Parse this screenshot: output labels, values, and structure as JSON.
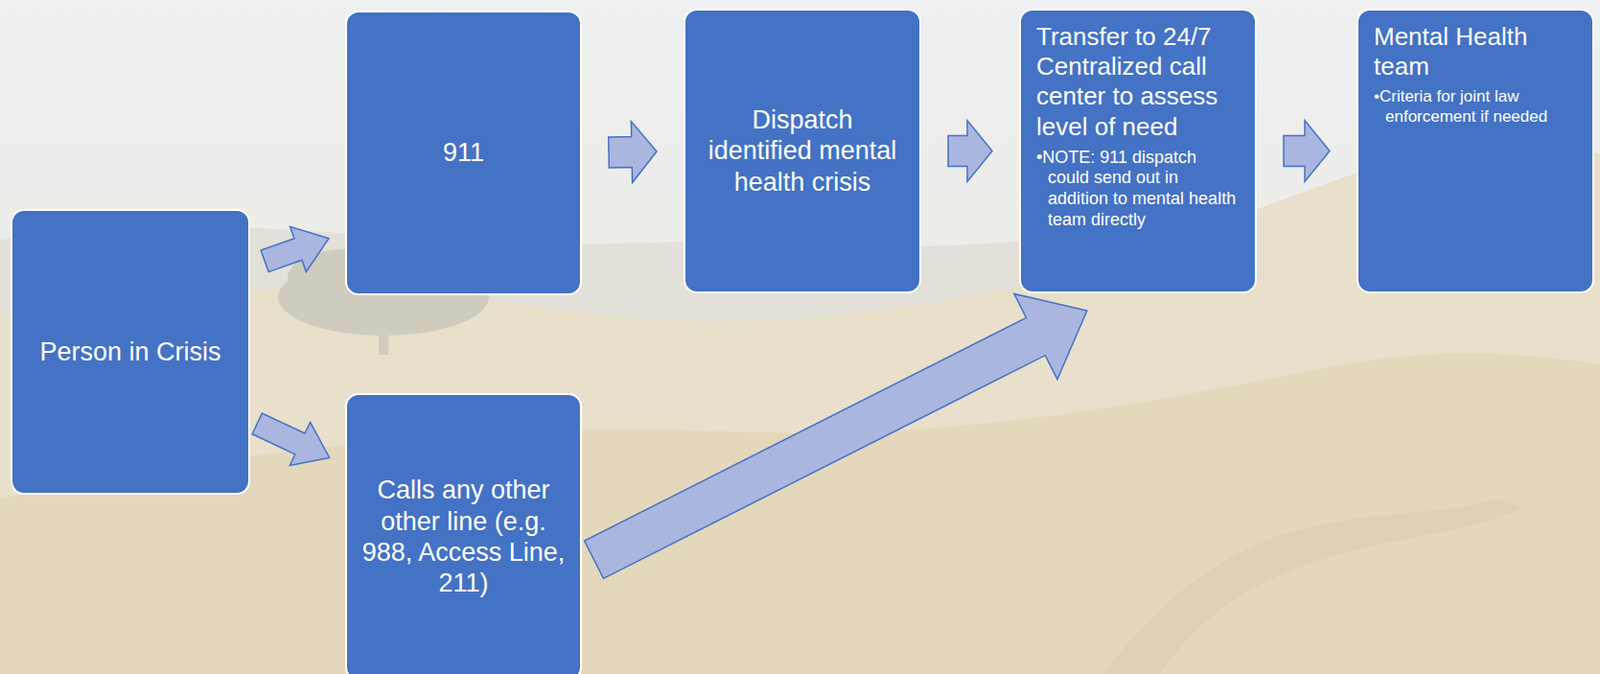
{
  "diagram": {
    "nodes": [
      {
        "text": [
          "Person in Crisis"
        ]
      },
      {
        "text": [
          "911"
        ]
      },
      {
        "text": [
          "Dispatch identified mental health crisis"
        ]
      },
      {
        "text": [
          "Transfer to 24/7 Centralized call center to assess level of need",
          "•NOTE: 911 dispatch could send out in addition to mental health team directly"
        ]
      },
      {
        "text": [
          "Mental Health team",
          "•Criteria for joint law enforcement if needed"
        ]
      },
      {
        "text": [
          "Calls any other other line (e.g. 988, Access Line, 211)"
        ]
      }
    ],
    "edges": [
      {
        "from": 0,
        "to": 1,
        "arrow": "to"
      },
      {
        "from": 0,
        "to": 5,
        "arrow": "to"
      },
      {
        "from": 1,
        "to": 2,
        "arrow": "to"
      },
      {
        "from": 2,
        "to": 3,
        "arrow": "to"
      },
      {
        "from": 5,
        "to": 3,
        "arrow": "to"
      },
      {
        "from": 3,
        "to": 4,
        "arrow": "to"
      }
    ]
  }
}
